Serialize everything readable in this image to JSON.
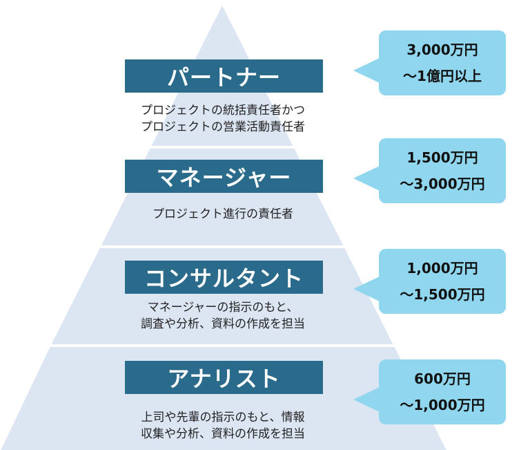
{
  "colors": {
    "pyramid": "#dce5f2",
    "label_bg": "#2a6a8b",
    "bubble_bg": "#8fd6ee"
  },
  "tiers": [
    {
      "title": "パートナー",
      "description": [
        "プロジェクトの統括責任者かつ",
        "プロジェクトの営業活動責任者"
      ],
      "salary": [
        "3,000万円",
        "〜1億円以上"
      ]
    },
    {
      "title": "マネージャー",
      "description": [
        "プロジェクト進行の責任者"
      ],
      "salary": [
        "1,500万円",
        "〜3,000万円"
      ]
    },
    {
      "title": "コンサルタント",
      "description": [
        "マネージャーの指示のもと、",
        "調査や分析、資料の作成を担当"
      ],
      "salary": [
        "1,000万円",
        "〜1,500万円"
      ]
    },
    {
      "title": "アナリスト",
      "description": [
        "上司や先輩の指示のもと、情報",
        "収集や分析、資料の作成を担当"
      ],
      "salary": [
        "600万円",
        "〜1,000万円"
      ]
    }
  ]
}
